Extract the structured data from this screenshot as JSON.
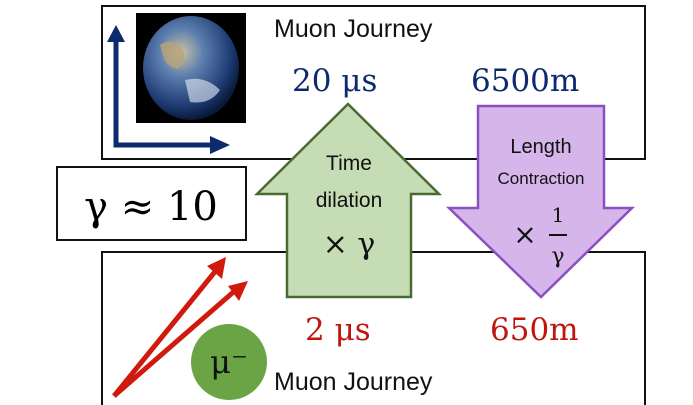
{
  "top_panel": {
    "title": "Muon Journey",
    "time": "20 μs",
    "distance": "6500m"
  },
  "bottom_panel": {
    "title": "Muon Journey",
    "time": "2 μs",
    "distance": "650m",
    "particle": "μ⁻"
  },
  "gamma_label": "γ ≈ 10",
  "time_dilation": {
    "line1": "Time",
    "line2": "dilation",
    "factor": "× γ"
  },
  "length_contraction": {
    "line1": "Length",
    "line2": "Contraction",
    "times": "×",
    "numerator": "1",
    "denominator": "γ"
  },
  "colors": {
    "earth_frame": "#0d2a6e",
    "muon_frame": "#c0150f",
    "green_arrow_fill": "#c6dcb4",
    "green_arrow_stroke": "#4a6a34",
    "purple_arrow_fill": "#d5b5ea",
    "purple_arrow_stroke": "#8a4fc0",
    "muon_circle": "#6aa444"
  }
}
